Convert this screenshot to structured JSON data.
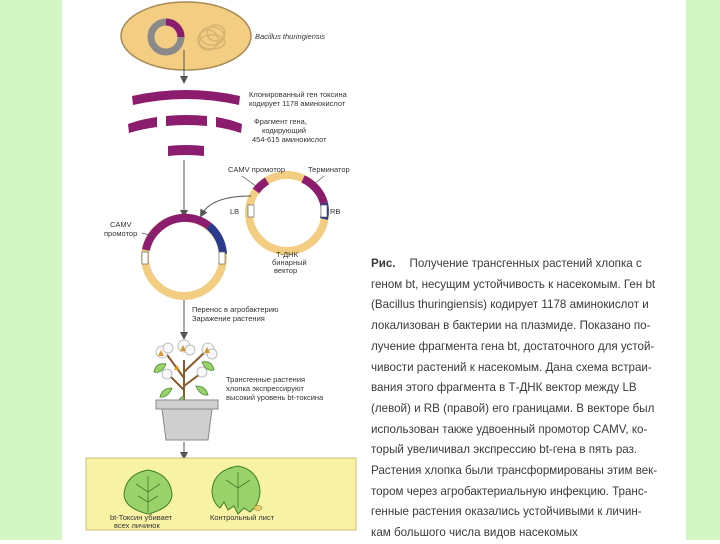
{
  "diagram": {
    "bacterium_label": "Bacillus thuringiensis",
    "cloned_gene_label": [
      "Клонированный ген токсина",
      "кодирует 1178 аминокислот"
    ],
    "fragment_label": [
      "Фрагмент гена,",
      "кодирующий",
      "454-615 аминокислот"
    ],
    "promoter_label": "CAMV промотор",
    "terminator_label": "Терминатор",
    "lb_label": "LB",
    "rb_label": "RB",
    "tdna_label": [
      "Т-ДНК",
      "бинарный",
      "вектор"
    ],
    "camv_promoter_label": [
      "CAMV",
      "промотор"
    ],
    "agro_label": [
      "Перенос в агробактерию",
      "Заражение растения"
    ],
    "transgenic_label": [
      "Трансгенные растения",
      "хлопка экспрессируют",
      "высокий уровень bt-токсина"
    ],
    "bt_leaf_label": [
      "bt-Токсин убивает",
      "всех личинок"
    ],
    "control_leaf_label": "Контрольный лист",
    "colors": {
      "gene_magenta": "#8c1c6e",
      "plasmid_tan": "#f2cd82",
      "plasmid_blue": "#2c3a8c",
      "chromosome_grey": "#8a8a8a",
      "leaf_green": "#9ad26a",
      "pot_grey": "#cfcfcf",
      "panel_yellow": "#f8f3a4"
    }
  },
  "caption": {
    "figure_label": "Рис.",
    "lines": [
      "Получение трансгенных растений хлопка с",
      "геном bt, несущим устойчивость к насекомым. Ген bt",
      "(Bacillus thuringiensis) кодирует 1178 аминокислот и",
      "локализован в бактерии на плазмиде. Показано по-",
      "лучение фрагмента гена bt, достаточного для устой-",
      "чивости растений к насекомым. Дана схема встраи-",
      "вания этого фрагмента в Т-ДНК вектор между LB",
      "(левой) и RB (правой) его границами. В векторе был",
      "использован также удвоенный промотор CAMV, ко-",
      "торый увеличивал экспрессию bt-гена в пять раз.",
      "Растения хлопка были трансформированы этим век-",
      "тором через агробактериальную инфекцию. Транс-",
      "генные растения оказались устойчивыми к личин-",
      "кам большого числа видов насекомых"
    ]
  }
}
